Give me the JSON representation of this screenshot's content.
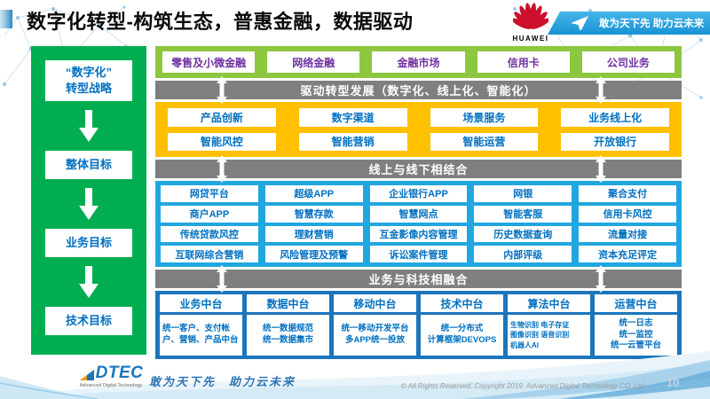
{
  "header": {
    "title": "数字化转型-构筑生态，普惠金融，数据驱动",
    "huawei_label": "HUAWEI",
    "banner_motto": "敢为天下先 助力云未来"
  },
  "left_panel": {
    "items": [
      "“数字化”\n转型战略",
      "整体目标",
      "业务目标",
      "技术目标"
    ]
  },
  "main": {
    "top_row": [
      "零售及小微金融",
      "网络金融",
      "金融市场",
      "信用卡",
      "公司业务"
    ],
    "bar1": "驱动转型发展（数字化、线上化、智能化）",
    "yellow_rows": [
      [
        "产品创新",
        "数字渠道",
        "场景服务",
        "业务线上化"
      ],
      [
        "智能风控",
        "智能营销",
        "智能运营",
        "开放银行"
      ]
    ],
    "bar2": "线上与线下相结合",
    "blue_rows": [
      [
        "网贷平台",
        "超级APP",
        "企业银行APP",
        "网银",
        "聚合支付"
      ],
      [
        "商户APP",
        "智慧存款",
        "智慧网点",
        "智能客服",
        "信用卡风控"
      ],
      [
        "传统贷款风控",
        "理财营销",
        "互金影像内容管理",
        "历史数据查询",
        "流量对接"
      ],
      [
        "互联网综合营销",
        "风险管理及预警",
        "诉讼案件管理",
        "内部评级",
        "资本充足评定"
      ]
    ],
    "bar3": "业务与科技相融合",
    "platforms": [
      {
        "title": "业务中台",
        "desc": "统一客户、支付帐户、营销、产品中台"
      },
      {
        "title": "数据中台",
        "desc": "统一数据规范\n统一数据集市"
      },
      {
        "title": "移动中台",
        "desc": "统一移动开发平台\n多APP统一投放"
      },
      {
        "title": "技术中台",
        "desc": "统一分布式\n计算框架DEVOPS"
      },
      {
        "title": "算法中台",
        "desc": "生物识别 电子存证\n图像识别 语音识别\n机器人AI"
      },
      {
        "title": "运营中台",
        "desc": "统一日志\n统一监控\n统一云管平台"
      }
    ]
  },
  "footer": {
    "logo_word": "DTEC",
    "logo_sub": "Advanced Digital Technology",
    "motto": "敢为天下先　助力云未来",
    "copyright": "© All Rights Reserved. Copyright 2019. Advanced Digital Technology CO.,Ltd",
    "page": "10"
  },
  "colors": {
    "green": "#00AD50",
    "lightgreen": "#8DC63F",
    "purple": "#7030A0",
    "graybar": "#7F7F7F",
    "yellow": "#FFC000",
    "cyan": "#21A7E0",
    "darkblue": "#1B75BC",
    "boxblue": "#0070C0",
    "huaweired": "#CE0E2D",
    "banner1": "#45B6E8",
    "banner2": "#1992D4"
  }
}
